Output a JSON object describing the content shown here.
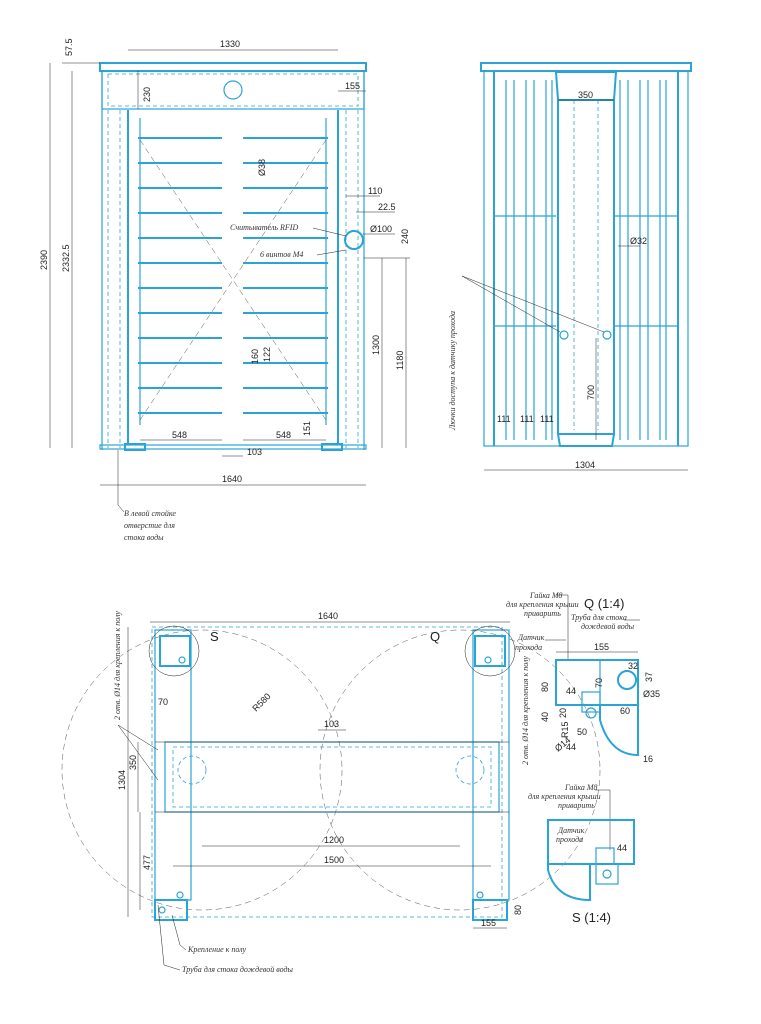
{
  "front": {
    "dims": {
      "top": "57.5",
      "width": "1330",
      "h230": "230",
      "h155": "155",
      "pipe": "Ø38",
      "d110": "110",
      "d22": "22.5",
      "d100": "Ø100",
      "d240": "240",
      "h2390": "2390",
      "h2332": "2332.5",
      "h1300": "1300",
      "h1180": "1180",
      "h160": "160",
      "h122": "122",
      "w548a": "548",
      "w548b": "548",
      "w103": "103",
      "w151": "151",
      "w1640": "1640"
    },
    "notes": {
      "rfid": "Считыватель RFID",
      "screws": "6 винтов М4",
      "drain1": "В левой стойке",
      "drain2": "отверстие для",
      "drain3": "стока воды"
    }
  },
  "side": {
    "dims": {
      "w350": "350",
      "d32": "Ø32",
      "h700": "700",
      "w111a": "111",
      "w111b": "111",
      "w111c": "111",
      "w1304": "1304"
    },
    "note": "Лючки доступа к датчику прохода"
  },
  "plan": {
    "dims": {
      "w1640": "1640",
      "r580": "R580",
      "w103": "103",
      "w70": "70",
      "h1304": "1304",
      "h350": "350",
      "h477": "477",
      "w1200": "1200",
      "w1500": "1500",
      "h80": "80",
      "w155": "155"
    },
    "labels": {
      "s": "S",
      "q": "Q"
    },
    "notes": {
      "holes_left": "2 отв. Ø14 для крепления к полу",
      "holes_right": "2 отв. Ø14 для крепления к полу",
      "fix": "Крепление к полу",
      "drain": "Труба для стока дождевой воды"
    }
  },
  "detailQ": {
    "title": "Q (1:4)",
    "notes": {
      "nut1": "Гайка М8",
      "nut2": "для крепления крыши",
      "nut3": "приварить",
      "pipe1": "Труба для стока",
      "pipe2": "дождевой воды",
      "sensor1": "Датчик",
      "sensor2": "прохода"
    },
    "dims": {
      "w155": "155",
      "w32": "32",
      "h80": "80",
      "h70": "70",
      "h37": "37",
      "d35": "Ø35",
      "w44": "44",
      "h40": "40",
      "w20": "20",
      "w60": "60",
      "r15": "R15",
      "w50": "50",
      "d14": "Ø14",
      "w44b": "44",
      "w16": "16"
    }
  },
  "detailS": {
    "title": "S (1:4)",
    "notes": {
      "nut1": "Гайка М8",
      "nut2": "для крепления крыши",
      "nut3": "приварить",
      "sensor1": "Датчик",
      "sensor2": "прохода"
    },
    "dims": {
      "w44": "44"
    }
  }
}
